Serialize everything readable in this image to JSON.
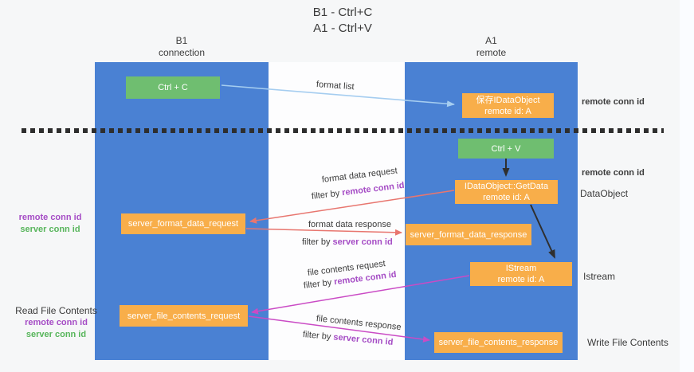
{
  "title": {
    "line1": "B1 - Ctrl+C",
    "line2": "A1 - Ctrl+V"
  },
  "columns": {
    "left": {
      "name": "B1",
      "role": "connection"
    },
    "right": {
      "name": "A1",
      "role": "remote"
    }
  },
  "nodes": {
    "ctrl_c": "Ctrl + C",
    "ctrl_v": "Ctrl + V",
    "save_idataobject": {
      "title": "保存IDataObject",
      "subtitle": "remote id: A"
    },
    "getdata": {
      "title": "IDataObject::GetData",
      "subtitle": "remote id: A"
    },
    "istream": {
      "title": "IStream",
      "subtitle": "remote id: A"
    },
    "format_request": "server_format_data_request",
    "format_response": "server_format_data_response",
    "file_request": "server_file_contents_request",
    "file_response": "server_file_contents_response"
  },
  "side_labels": {
    "remote_conn_id_top": "remote conn id",
    "remote_conn_id_right": "remote conn id",
    "dataobject": "DataObject",
    "istream": "Istream",
    "write_file_contents": "Write File Contents",
    "read_file_contents": "Read File Contents",
    "remote_conn_id_mid_left": "remote conn id",
    "server_conn_id_mid_left": "server conn id",
    "remote_conn_id_bottom_left": "remote conn id",
    "server_conn_id_bottom_left": "server conn id"
  },
  "flow_labels": {
    "format_list": "format list",
    "format_data_request": "format data request",
    "format_data_response": "format data response",
    "file_contents_request": "file contents request",
    "file_contents_response": "file contents response",
    "filter_prefix": "filter by ",
    "remote_conn_id": "remote conn id",
    "server_conn_id": "server conn id"
  },
  "colors": {
    "column_blue": "#4a81d3",
    "box_orange": "#f8ae4a",
    "box_green": "#6fbe70",
    "purple_text": "#a54cc5",
    "green_text": "#57b55b",
    "arrow_blue": "#a5cdf0",
    "arrow_salmon": "#e8766f",
    "arrow_magenta": "#ca4bc5",
    "arrow_black": "#2f2f2f",
    "dash_line": "#2e2e2e"
  }
}
